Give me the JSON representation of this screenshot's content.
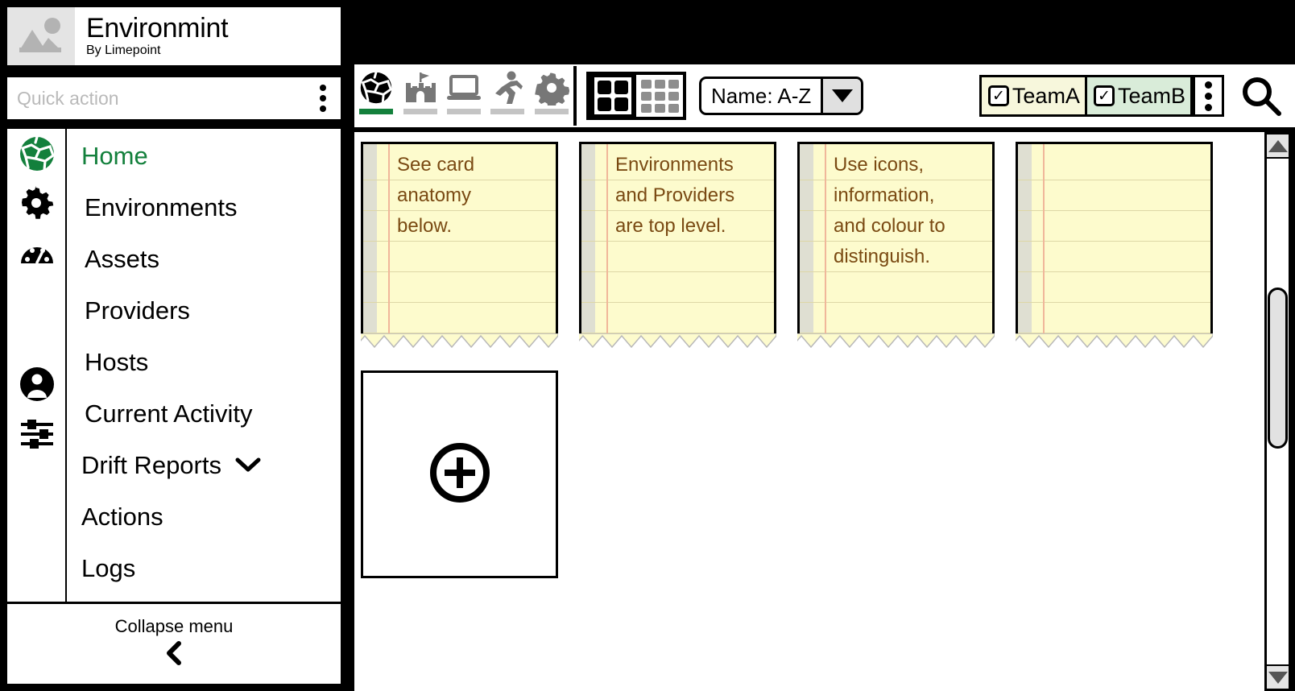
{
  "brand": {
    "title": "Environmint",
    "subtitle": "By Limepoint",
    "logo_icon": "image-placeholder-icon"
  },
  "quick_action": {
    "placeholder": "Quick action",
    "value": "",
    "menu_icon": "kebab-menu-icon"
  },
  "sidebar": {
    "rail_icons": [
      "globe-icon",
      "gear-icon",
      "gauge-icon",
      "user-icon",
      "sliders-icon"
    ],
    "items": [
      {
        "label": "Home",
        "active": true
      },
      {
        "label": "Environments",
        "active": false
      },
      {
        "label": "Assets",
        "active": false
      },
      {
        "label": "Providers",
        "active": false
      },
      {
        "label": "Hosts",
        "active": false
      },
      {
        "label": "Current Activity",
        "active": false
      },
      {
        "label": "Drift Reports",
        "active": false,
        "expandable": true
      },
      {
        "label": "Actions",
        "active": false
      },
      {
        "label": "Logs",
        "active": false
      }
    ],
    "collapse": {
      "label": "Collapse menu",
      "icon": "chevron-left-icon"
    },
    "accent_color": "#13803c"
  },
  "toolbar": {
    "tabs": [
      {
        "icon": "globe-icon",
        "active": true
      },
      {
        "icon": "castle-icon",
        "active": false
      },
      {
        "icon": "laptop-icon",
        "active": false
      },
      {
        "icon": "running-person-icon",
        "active": false
      },
      {
        "icon": "gear-icon",
        "active": false
      }
    ],
    "view_toggles": [
      {
        "icon": "grid-2x2-icon",
        "active": true
      },
      {
        "icon": "grid-3x3-icon",
        "active": false
      }
    ],
    "sort": {
      "label": "Name: A-Z",
      "arrow_icon": "triangle-down-icon"
    },
    "teams": [
      {
        "label": "TeamA",
        "checked": true,
        "color": "#f7f7dc"
      },
      {
        "label": "TeamB",
        "checked": true,
        "color": "#d9ecd9"
      }
    ],
    "teams_menu_icon": "kebab-menu-icon",
    "search_icon": "search-icon",
    "checkmark": "✓"
  },
  "cards": [
    {
      "text": "See card\nanatomy\nbelow."
    },
    {
      "text": "Environments\nand Providers\nare top level."
    },
    {
      "text": "Use icons,\ninformation,\nand colour to\ndistinguish."
    },
    {
      "text": ""
    }
  ],
  "add_card": {
    "icon": "plus-circle-icon"
  },
  "scrollbar": {
    "up_icon": "triangle-up-icon",
    "down_icon": "triangle-down-icon",
    "thumb": "scroll-thumb"
  }
}
